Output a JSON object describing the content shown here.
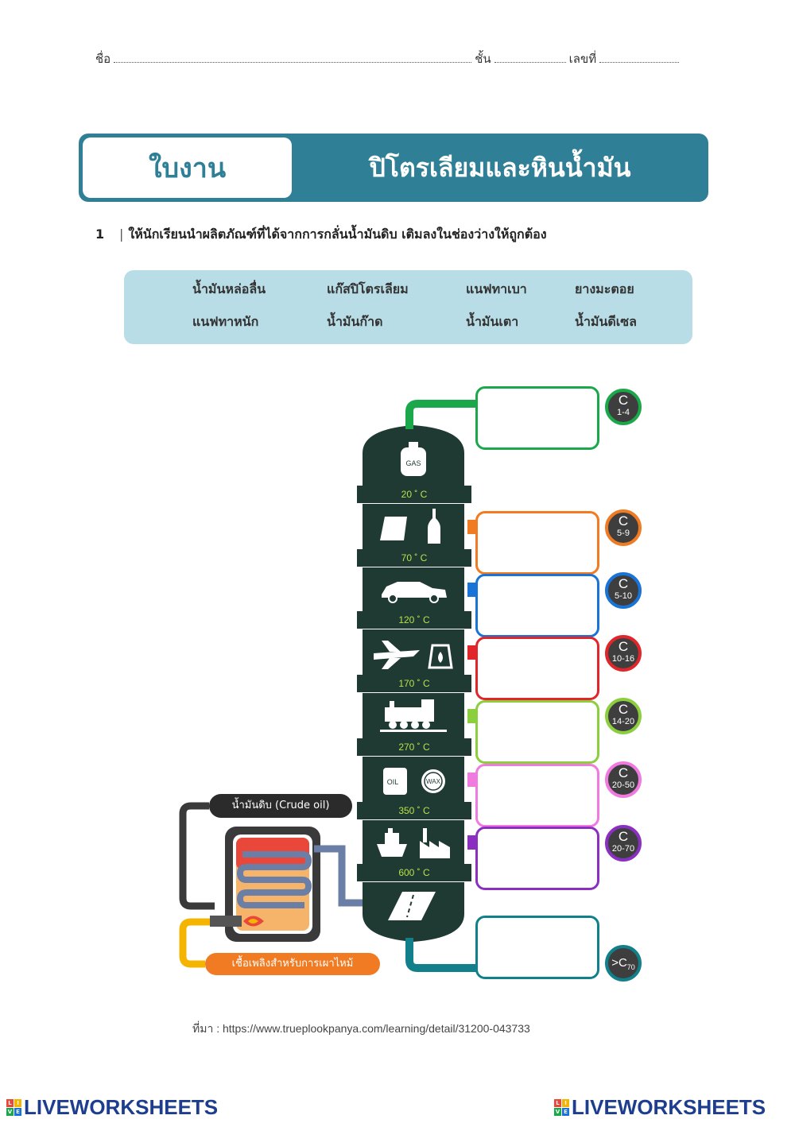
{
  "header": {
    "name_label": "ชื่อ",
    "class_label": "ชั้น",
    "number_label": "เลขที่"
  },
  "title": {
    "tab_label": "ใบงาน",
    "main_title": "ปิโตรเลียมและหินน้ำมัน"
  },
  "question": {
    "number": "1",
    "text": "ให้นักเรียนนำผลิตภัณฑ์ที่ได้จากการกลั่นน้ำมันดิบ เติมลงในช่องว่างให้ถูกต้อง"
  },
  "word_bank": {
    "row1": [
      "น้ำมันหล่อลื่น",
      "แก๊สปิโตรเลียม",
      "แนฟทาเบา",
      "ยางมะตอย"
    ],
    "row2": [
      "แนฟทาหนัก",
      "น้ำมันก๊าด",
      "น้ำมันเตา",
      "น้ำมันดีเซล"
    ]
  },
  "diagram": {
    "gas_label": "GAS",
    "oil_label": "OIL",
    "wax_label": "WAX",
    "temperatures": [
      "20 ˚ C",
      "70 ˚ C",
      "120 ˚ C",
      "170 ˚ C",
      "270 ˚ C",
      "350 ˚ C",
      "600 ˚ C"
    ],
    "carbon_ranges": [
      {
        "c": "C",
        "range": "1-4",
        "color": "#1aa84a"
      },
      {
        "c": "C",
        "range": "5-9",
        "color": "#f07b22"
      },
      {
        "c": "C",
        "range": "5-10",
        "color": "#1a73d6"
      },
      {
        "c": "C",
        "range": "10-16",
        "color": "#e0262b"
      },
      {
        "c": "C",
        "range": "14-20",
        "color": "#8ccf3e"
      },
      {
        "c": "C",
        "range": "20-50",
        "color": "#f07ae0"
      },
      {
        "c": "C",
        "range": "20-70",
        "color": "#8a2fc0"
      },
      {
        "c": ">C",
        "range": "70",
        "color": "#12808a"
      }
    ],
    "crude_oil_label": "น้ำมันดิบ (Crude oil)",
    "fuel_label": "เชื้อเพลิงสำหรับการเผาไหม้"
  },
  "source": "ที่มา : https://www.trueplookpanya.com/learning/detail/31200-043733",
  "footer": {
    "logo_text": "LIVEWORKSHEETS",
    "logo_letters": [
      "L",
      "I",
      "V",
      "E"
    ]
  },
  "colors": {
    "title_bar": "#2f7f96",
    "word_bank_bg": "#b8dde6",
    "tower": "#1f3a33",
    "logo_blue": "#1d3d8f"
  }
}
